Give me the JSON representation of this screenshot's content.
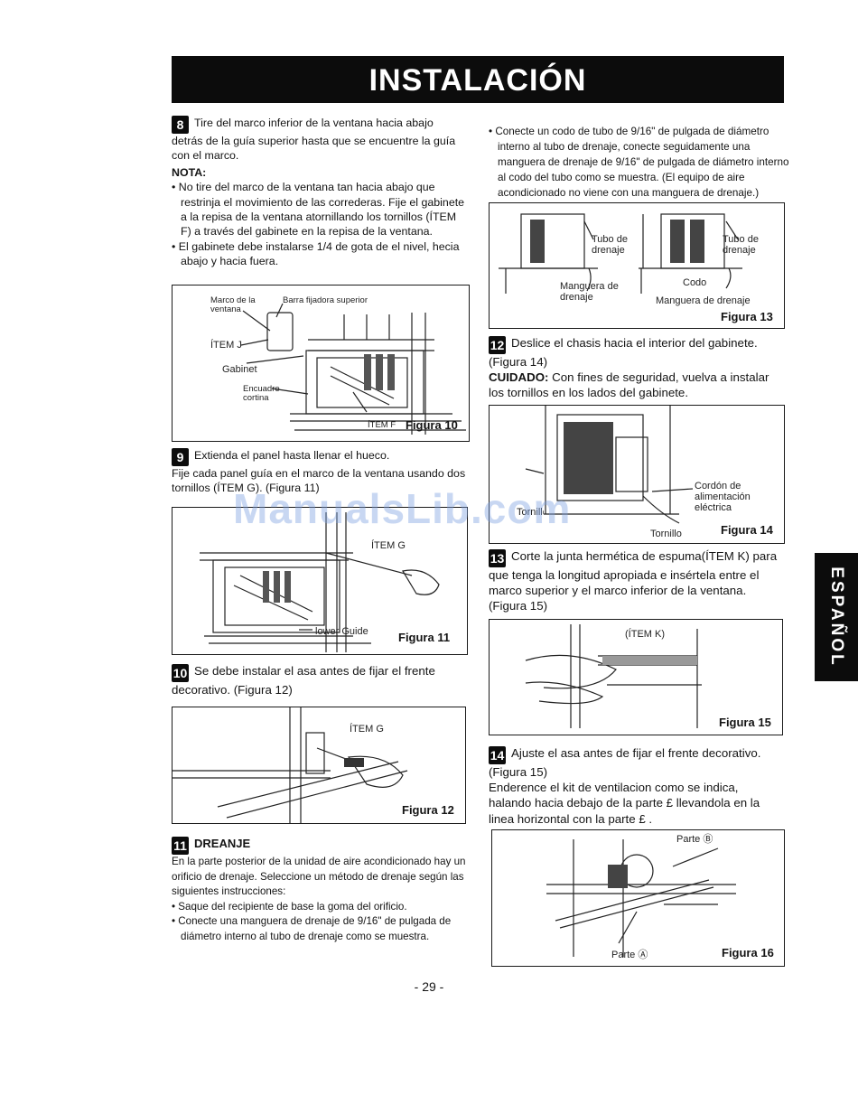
{
  "header": {
    "title": "INSTALACIÓN"
  },
  "side_tab": {
    "label": "ESPAÑOL"
  },
  "watermark": {
    "text": "ManualsLib.com"
  },
  "page_number": "- 29 -",
  "left": {
    "step8": {
      "num": "8",
      "text": "Tire del marco inferior de la ventana hacia abajo detrás de la guía superior hasta que se encuentre la guía con el marco.",
      "nota_label": "NOTA:",
      "bullets": [
        "• No tire del marco de la ventana tan hacia abajo que restrinja el movimiento de las correderas. Fije el gabinete a la repisa de la ventana atornillando los tornillos  (ÍTEM F) a través del gabinete en la repisa de la ventana.",
        "• El gabinete debe instalarse 1/4 de gota de el nivel, hecia abajo y hacia fuera."
      ]
    },
    "fig10": {
      "caption": "Figura 10",
      "labels": {
        "marco": "Marco de la ventana",
        "barra": "Barra fijadora superior",
        "item_j": "ÍTEM J",
        "gabinet": "Gabinet",
        "encuadre": "Encuadre cortina",
        "item_f": "ÍTEM F"
      }
    },
    "step9": {
      "num": "9",
      "text": "Extienda el panel hasta llenar el hueco.",
      "text2": "Fije cada panel guía en el marco de la ventana usando dos tornillos (ÍTEM G). (Figura 11)"
    },
    "fig11": {
      "caption": "Figura 11",
      "labels": {
        "item_g": "ÍTEM G",
        "lower_guide": "lower Guide"
      }
    },
    "step10": {
      "num": "10",
      "text": "Se debe instalar el asa antes de fijar el frente decorativo. (Figura 12)"
    },
    "fig12": {
      "caption": "Figura 12",
      "labels": {
        "item_g": "ÍTEM G"
      }
    },
    "step11": {
      "num": "11",
      "title": "DREANJE",
      "text": "En la parte posterior de la unidad de aire acondicionado hay un orificio de drenaje. Seleccione un método de drenaje según las siguientes instrucciones:",
      "bullets": [
        "• Saque del recipiente de base la goma del orificio.",
        "• Conecte una manguera de drenaje de 9/16\" de pulgada de diámetro interno al tubo de drenaje como se muestra."
      ]
    }
  },
  "right": {
    "intro": {
      "text": "• Conecte un codo de tubo de 9/16\" de pulgada de diámetro interno al tubo de drenaje, conecte seguidamente una manguera de drenaje de 9/16\" de pulgada de diámetro interno al codo del tubo como se muestra. (El equipo de aire acondicionado no viene con una manguera de drenaje.)"
    },
    "fig13": {
      "caption": "Figura 13",
      "labels": {
        "tubo1": "Tubo de drenaje",
        "tubo2": "Tubo de drenaje",
        "manguera1": "Manguera de drenaje",
        "codo": "Codo",
        "manguera2": "Manguera de drenaje"
      }
    },
    "step12": {
      "num": "12",
      "text": "Deslice el chasis hacia el interior del gabinete. (Figura 14)",
      "cuidado_label": "CUIDADO:",
      "cuidado_text": " Con fines de seguridad, vuelva a instalar los tornillos en los lados del gabinete."
    },
    "fig14": {
      "caption": "Figura 14",
      "labels": {
        "cordon": "Cordón de alimentación eléctrica",
        "tornillo_left": "Tornillo",
        "tornillo": "Tornillo"
      }
    },
    "step13": {
      "num": "13",
      "text": "Corte la junta hermética de espuma(ÍTEM K) para que tenga la longitud apropiada e insértela entre el marco superior y el marco inferior de la ventana. (Figura 15)"
    },
    "fig15": {
      "caption": "Figura 15",
      "labels": {
        "item_k": "(ÍTEM K)"
      }
    },
    "step14": {
      "num": "14",
      "text": "Ajuste el asa antes de fijar el frente decorativo. (Figura 15)",
      "text2": "Enderence el kit de ventilacion como se indica, halando hacia debajo de la parte £ llevandola en la linea horizontal con la parte £ ."
    },
    "fig16": {
      "caption": "Figura 16",
      "labels": {
        "parte_b": "Parte Ⓑ",
        "parte_a": "Parte Ⓐ"
      }
    }
  }
}
